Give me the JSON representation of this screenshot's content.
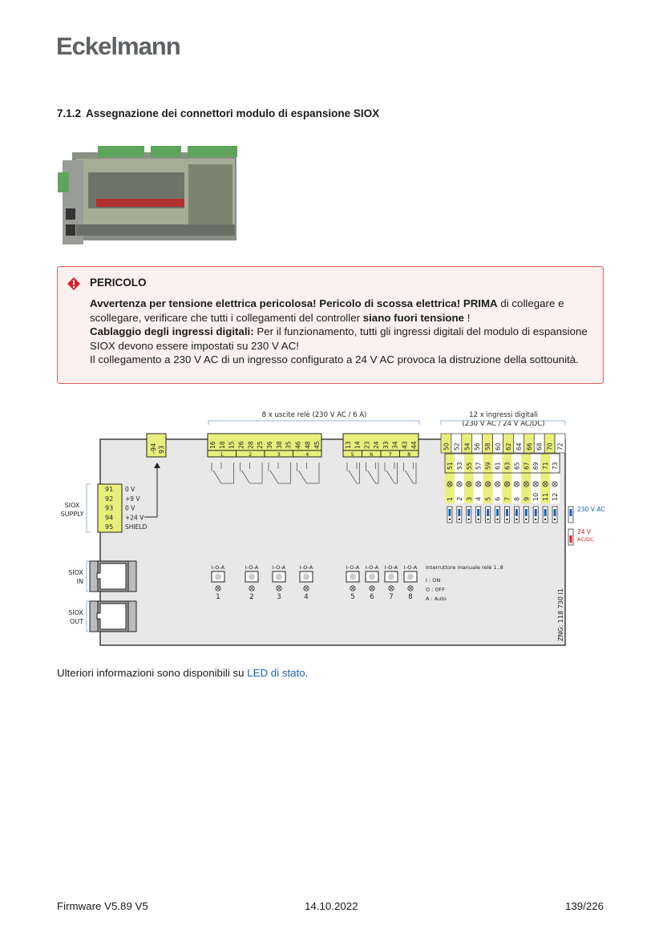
{
  "header": {
    "logo": "Eckelmann"
  },
  "section": {
    "number": "7.1.2",
    "title": "Assegnazione dei connettori modulo di espansione SIOX"
  },
  "warning": {
    "icon": "danger-diamond-icon",
    "title": "PERICOLO",
    "p1_bold": "Avvertenza per tensione elettrica pericolosa! Pericolo di scossa elettrica! PRIMA",
    "p1_text": " di collegare e scollegare, verificare che tutti i collegamenti del controller ",
    "p1_bold2": "siano fuori tensione",
    "p1_end": " !",
    "p2_bold": "Cablaggio degli ingressi digitali:",
    "p2_text": " Per il funzionamento, tutti gli ingressi digitali del modulo di espansione SIOX devono essere impostati su 230 V AC!",
    "p3_text": "Il collegamento a 230 V AC di un ingresso configurato a 24 V AC provoca la distruzione della sottounità."
  },
  "diagram": {
    "relay_title": "8 x uscite relè (230 V AC / 6 A)",
    "input_title1": "12 x ingressi digitali",
    "input_title2": "(230 V AC / 24 V AC/DC)",
    "aux_terminals": [
      "-94",
      "93"
    ],
    "relay_groups_a": [
      {
        "label": "1",
        "terms": [
          "16",
          "18",
          "15"
        ]
      },
      {
        "label": "2",
        "terms": [
          "26",
          "28",
          "25"
        ]
      },
      {
        "label": "3",
        "terms": [
          "36",
          "38",
          "35"
        ]
      },
      {
        "label": "4",
        "terms": [
          "46",
          "48",
          "45"
        ]
      }
    ],
    "relay_groups_b": [
      {
        "label": "5",
        "terms": [
          "13",
          "14"
        ]
      },
      {
        "label": "6",
        "terms": [
          "23",
          "24"
        ]
      },
      {
        "label": "7",
        "terms": [
          "33",
          "34"
        ]
      },
      {
        "label": "8",
        "terms": [
          "43",
          "44"
        ]
      }
    ],
    "input_top": [
      "50",
      "52",
      "54",
      "56",
      "58",
      "60",
      "62",
      "64",
      "66",
      "68",
      "70",
      "72"
    ],
    "input_bottom": [
      "51",
      "53",
      "55",
      "57",
      "59",
      "61",
      "63",
      "65",
      "67",
      "69",
      "71",
      "73"
    ],
    "input_numbers": [
      "1",
      "2",
      "3",
      "4",
      "5",
      "6",
      "7",
      "8",
      "9",
      "10",
      "11",
      "12"
    ],
    "supply_label1": "SIOX",
    "supply_label2": "SUPPLY",
    "supply": [
      {
        "t": "91",
        "v": "0 V"
      },
      {
        "t": "92",
        "v": "+9 V"
      },
      {
        "t": "93",
        "v": "0 V"
      },
      {
        "t": "94",
        "v": "+24 V"
      },
      {
        "t": "95",
        "v": "SHIELD"
      }
    ],
    "siox_in1": "SIOX",
    "siox_in2": "IN",
    "siox_out1": "SIOX",
    "siox_out2": "OUT",
    "switch_label": "I-O-A",
    "switch_numbers": [
      "1",
      "2",
      "3",
      "4",
      "5",
      "6",
      "7",
      "8"
    ],
    "manual_title": "Interruttore manuale relè 1..8",
    "legend": [
      "I : ON",
      "O : OFF",
      "A : Auto"
    ],
    "jumper_230": "230 V AC",
    "jumper_24a": "24 V",
    "jumper_24b": "AC/DC",
    "drawing_no": "ZNG: 118 730 I1",
    "colors": {
      "yellow": "#e8ef7c",
      "board": "#e8e8e8",
      "blue": "#1a5fb4",
      "red": "#e02020",
      "bracket": "#9ab4d0"
    }
  },
  "more": {
    "text": "Ulteriori informazioni sono disponibili su ",
    "link": "LED di stato",
    "end": "."
  },
  "footer": {
    "left": "Firmware V5.89 V5",
    "center": "14.10.2022",
    "right": "139/226"
  }
}
